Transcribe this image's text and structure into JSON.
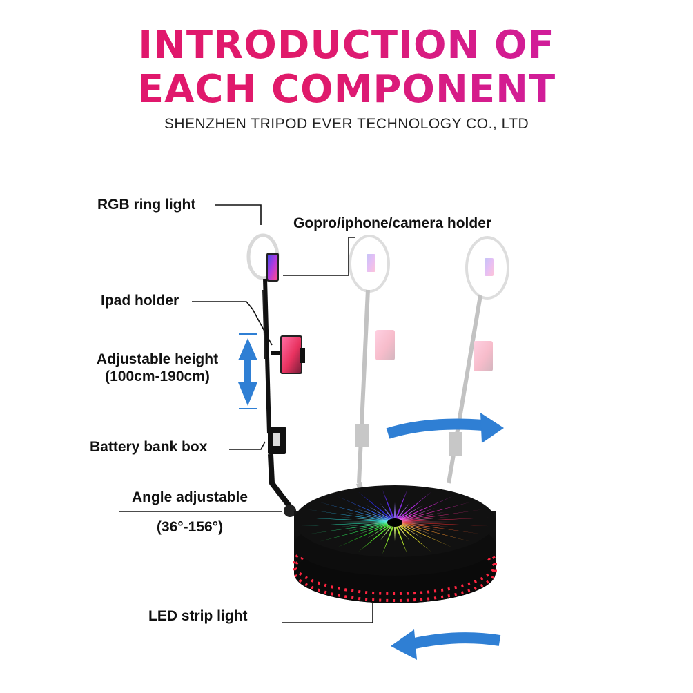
{
  "header": {
    "title_line1": "INTRODUCTION OF",
    "title_line2": "EACH COMPONENT",
    "subtitle": "SHENZHEN TRIPOD EVER TECHNOLOGY CO., LTD"
  },
  "labels": {
    "ring_light": "RGB ring light",
    "camera_holder": "Gopro/iphone/camera holder",
    "ipad_holder": "Ipad holder",
    "adjustable_height": "Adjustable height",
    "height_range": "(100cm-190cm)",
    "battery_box": "Battery bank box",
    "angle_adjustable": "Angle adjustable",
    "angle_range": "(36°-156°)",
    "led_strip": "LED strip light"
  },
  "colors": {
    "title_start": "#e0156f",
    "title_end": "#c71fb6",
    "arrow_blue": "#2f7fd4",
    "led_red": "#ff2440"
  }
}
